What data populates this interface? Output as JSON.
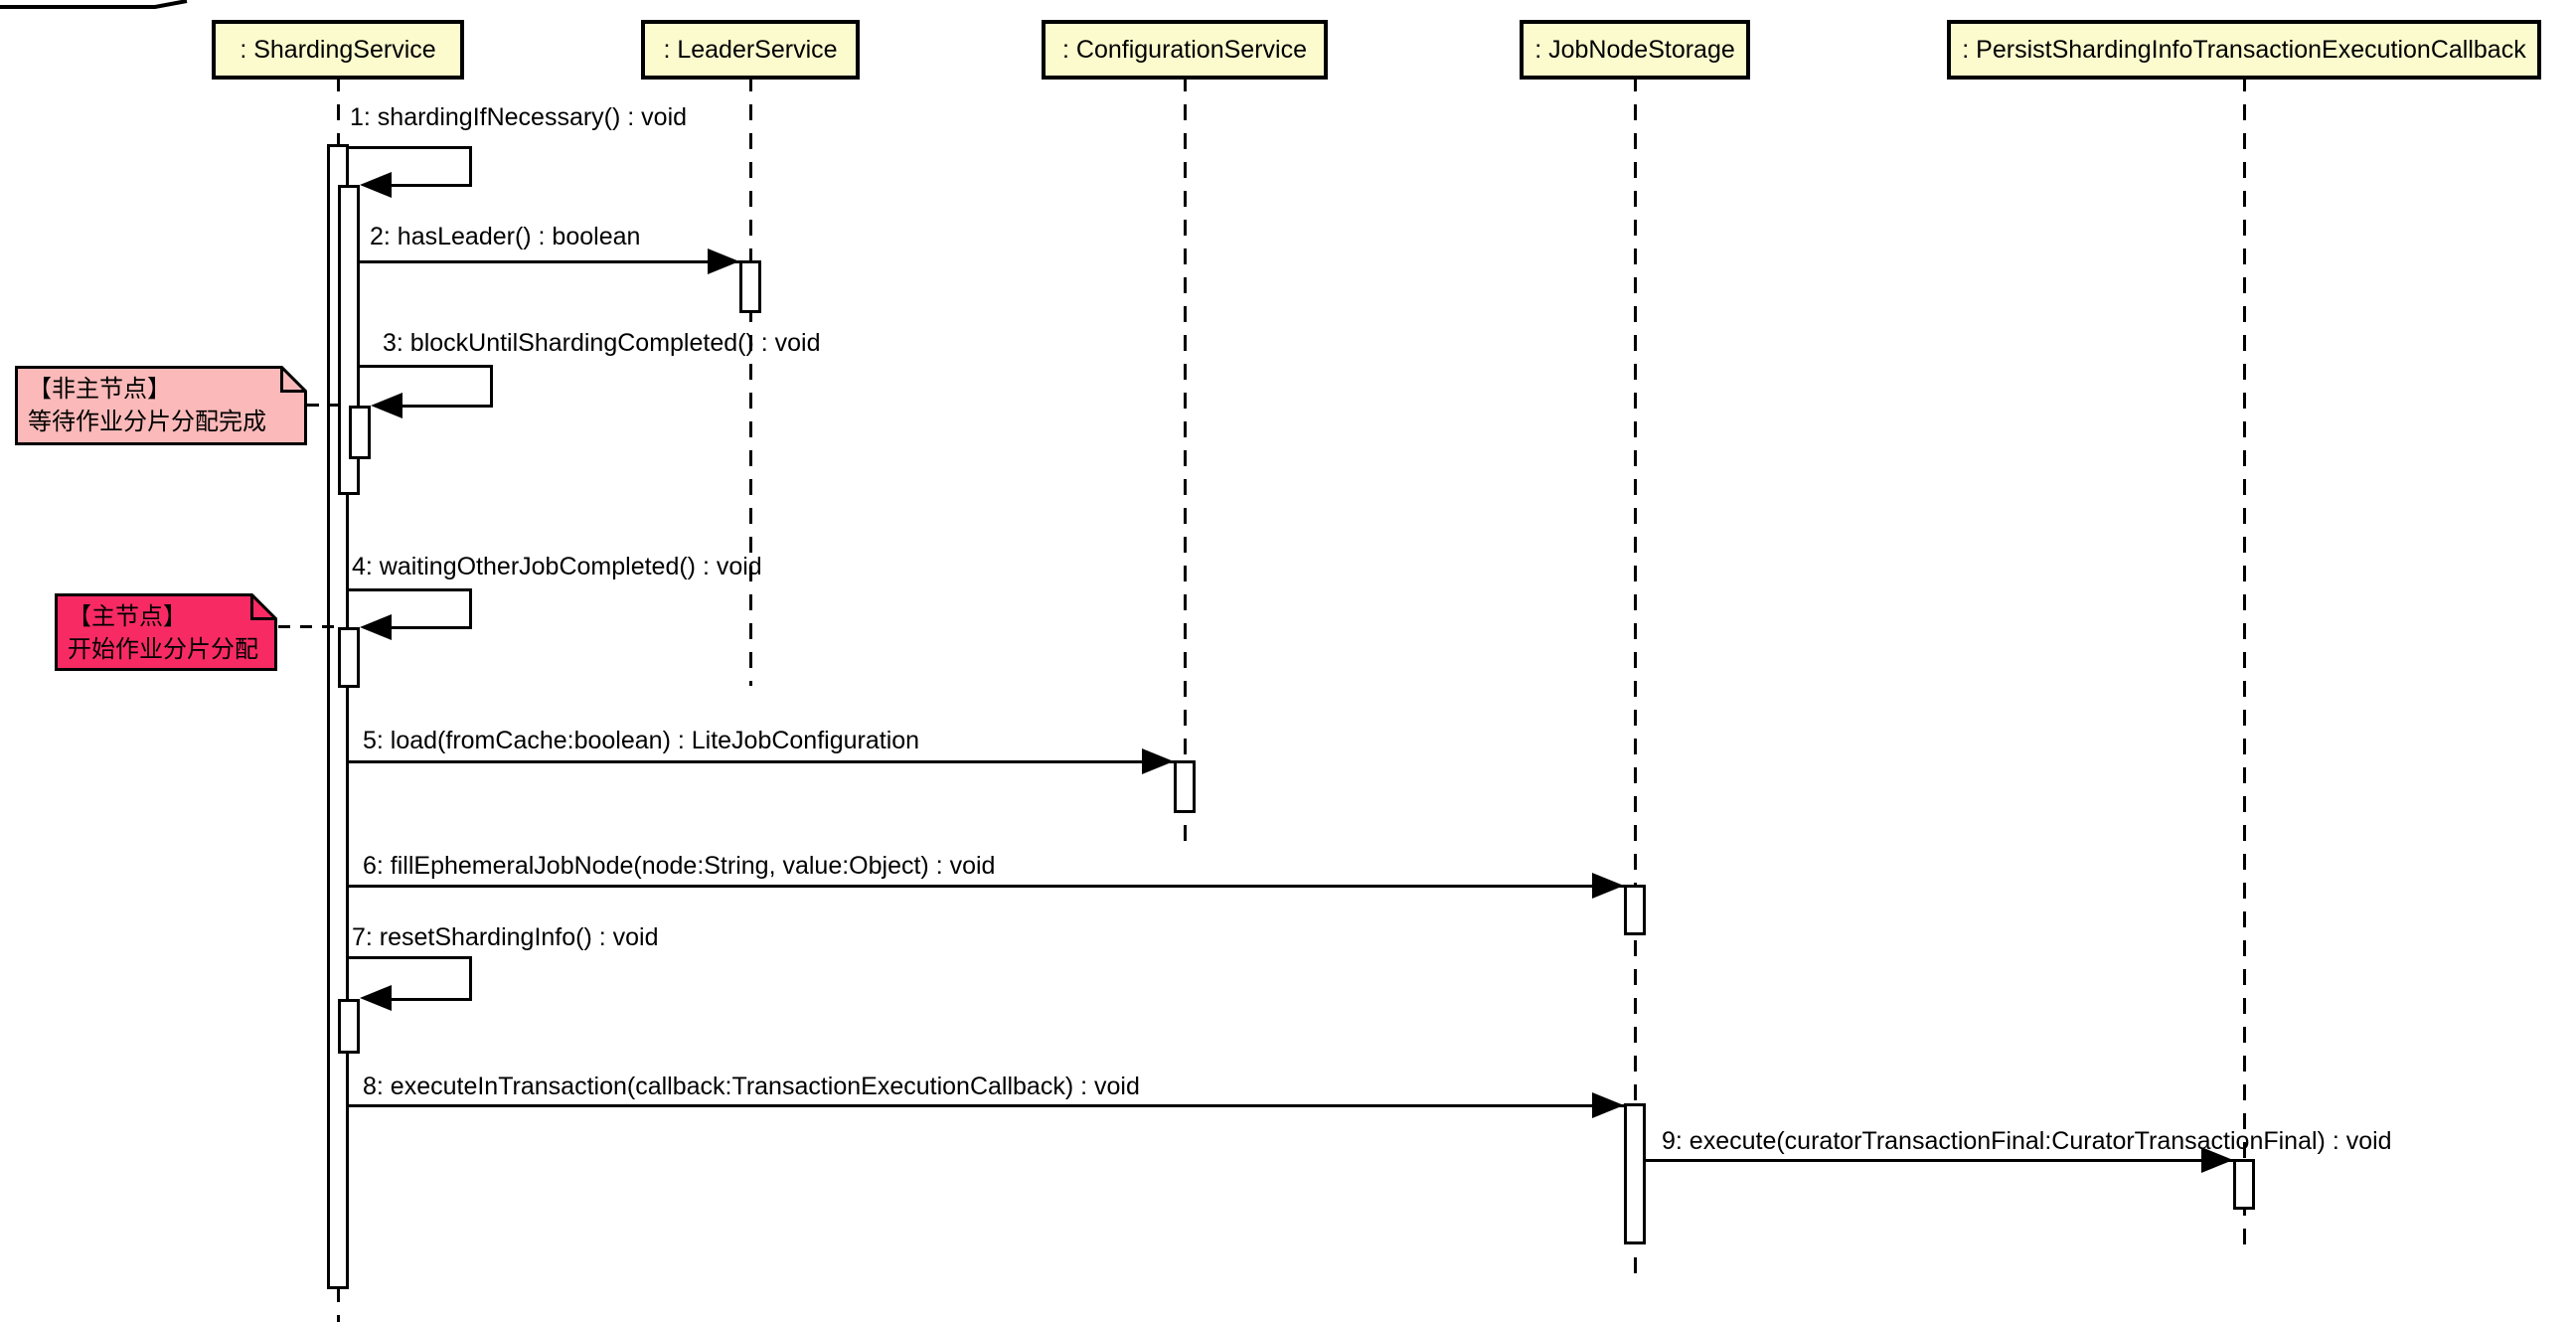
{
  "diagram": {
    "type": "uml-sequence-diagram",
    "background": "#ffffff",
    "line_color": "#000000",
    "lifeline_header_fill": "#FBFBCE",
    "lifelines": [
      {
        "label": ": ShardingService"
      },
      {
        "label": ": LeaderService"
      },
      {
        "label": ": ConfigurationService"
      },
      {
        "label": ": JobNodeStorage"
      },
      {
        "label": ": PersistShardingInfoTransactionExecutionCallback"
      }
    ],
    "messages": [
      {
        "num": "1",
        "label": "1: shardingIfNecessary() : void",
        "from": "ShardingService",
        "to": "ShardingService",
        "kind": "self"
      },
      {
        "num": "2",
        "label": "2: hasLeader() : boolean",
        "from": "ShardingService",
        "to": "LeaderService",
        "kind": "call"
      },
      {
        "num": "3",
        "label": "3: blockUntilShardingCompleted() : void",
        "from": "ShardingService",
        "to": "ShardingService",
        "kind": "self"
      },
      {
        "num": "4",
        "label": "4: waitingOtherJobCompleted() : void",
        "from": "ShardingService",
        "to": "ShardingService",
        "kind": "self"
      },
      {
        "num": "5",
        "label": "5: load(fromCache:boolean) : LiteJobConfiguration",
        "from": "ShardingService",
        "to": "ConfigurationService",
        "kind": "call"
      },
      {
        "num": "6",
        "label": "6: fillEphemeralJobNode(node:String, value:Object) : void",
        "from": "ShardingService",
        "to": "JobNodeStorage",
        "kind": "call"
      },
      {
        "num": "7",
        "label": "7: resetShardingInfo() : void",
        "from": "ShardingService",
        "to": "ShardingService",
        "kind": "self"
      },
      {
        "num": "8",
        "label": "8: executeInTransaction(callback:TransactionExecutionCallback) : void",
        "from": "ShardingService",
        "to": "JobNodeStorage",
        "kind": "call"
      },
      {
        "num": "9",
        "label": "9: execute(curatorTransactionFinal:CuratorTransactionFinal) : void",
        "from": "JobNodeStorage",
        "to": "PersistShardingInfoTransactionExecutionCallback",
        "kind": "call"
      }
    ],
    "notes": [
      {
        "line1": "【非主节点】",
        "line2": "等待作业分片分配完成",
        "fill": "#FBB9B9",
        "attached_to": "message 3"
      },
      {
        "line1": "【主节点】",
        "line2": "开始作业分片分配",
        "fill": "#F82A64",
        "attached_to": "message 4"
      }
    ]
  }
}
